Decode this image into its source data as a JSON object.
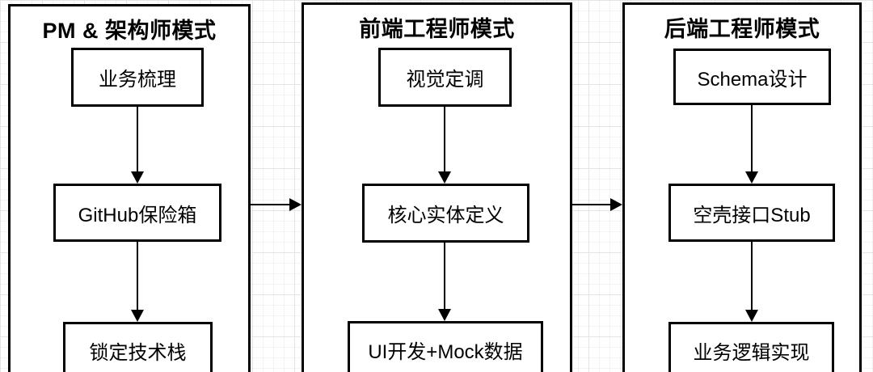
{
  "colors": {
    "line": "#000000",
    "panel_background": "#ffffff",
    "grid_minor": "#f3f3f3",
    "grid_major": "#e4e4e4"
  },
  "panels": [
    {
      "title": "PM & 架构师模式",
      "boxes": [
        "业务梳理",
        "GitHub保险箱",
        "锁定技术栈"
      ]
    },
    {
      "title": "前端工程师模式",
      "boxes": [
        "视觉定调",
        "核心实体定义",
        "UI开发+Mock数据"
      ]
    },
    {
      "title": "后端工程师模式",
      "boxes": [
        "Schema设计",
        "空壳接口Stub",
        "业务逻辑实现"
      ]
    }
  ]
}
